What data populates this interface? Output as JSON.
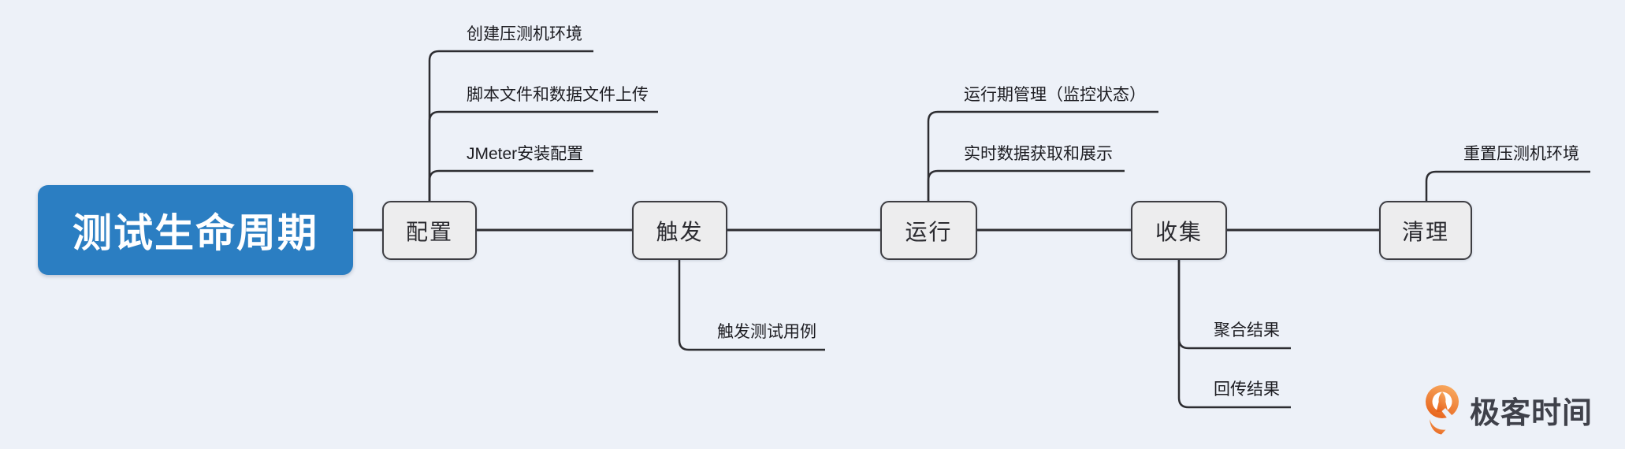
{
  "diagram": {
    "title": "测试生命周期",
    "stages": [
      {
        "id": "configure",
        "label": "配置",
        "children": [
          "创建压测机环境",
          "脚本文件和数据文件上传",
          "JMeter安装配置"
        ]
      },
      {
        "id": "trigger",
        "label": "触发",
        "children": [
          "触发测试用例"
        ]
      },
      {
        "id": "run",
        "label": "运行",
        "children": [
          "运行期管理（监控状态）",
          "实时数据获取和展示"
        ]
      },
      {
        "id": "collect",
        "label": "收集",
        "children": [
          "聚合结果",
          "回传结果"
        ]
      },
      {
        "id": "cleanup",
        "label": "清理",
        "children": [
          "重置压测机环境"
        ]
      }
    ],
    "colors": {
      "background": "#edf1f8",
      "root_fill": "#2b7ec2",
      "node_fill": "#ededee",
      "node_border": "#3d3d42",
      "line": "#2d2d31",
      "brand_orange": "#e7621b"
    }
  },
  "brand": {
    "name": "极客时间"
  }
}
